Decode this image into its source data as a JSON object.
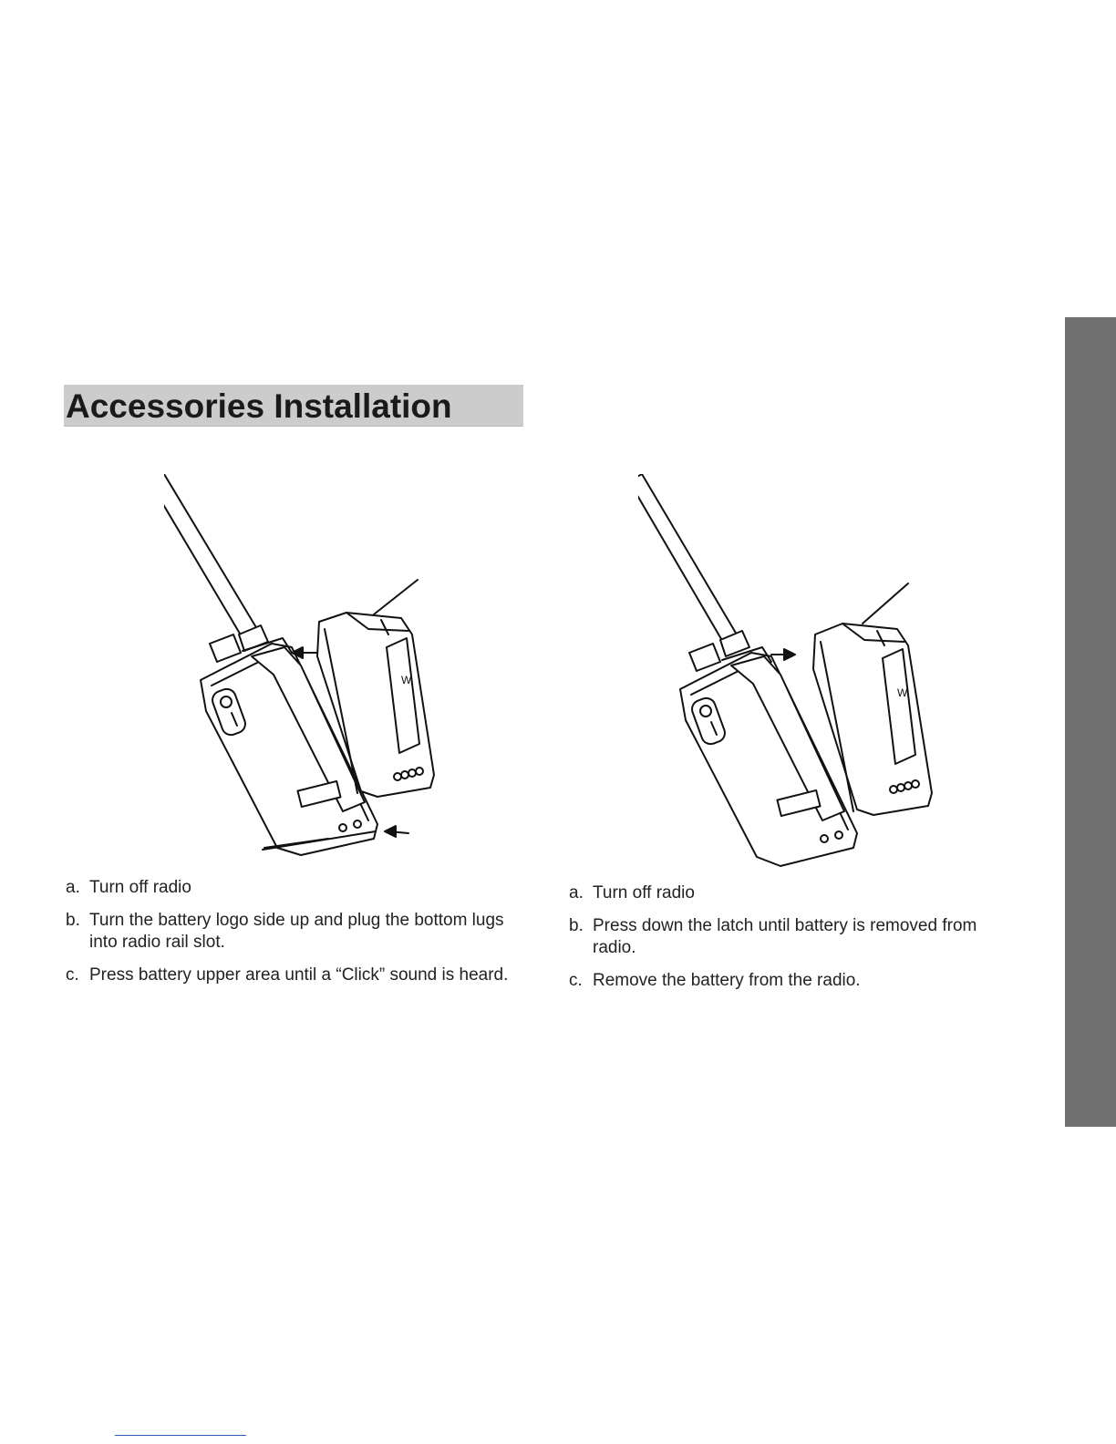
{
  "page": {
    "section_title": "Accessories Installation"
  },
  "install_figure": {
    "name": "battery-install-illustration"
  },
  "remove_figure": {
    "name": "battery-remove-illustration"
  },
  "install_steps": [
    {
      "letter": "a.",
      "text": "Turn off radio"
    },
    {
      "letter": "b.",
      "text": "Turn the battery logo  side up and plug the bottom lugs into radio rail slot."
    },
    {
      "letter": "c.",
      "text": "Press battery upper area until a “Click” sound is heard."
    }
  ],
  "remove_steps": [
    {
      "letter": "a.",
      "text": "Turn off radio"
    },
    {
      "letter": "b.",
      "text": "Press down the latch until battery is removed from radio."
    },
    {
      "letter": "c.",
      "text": "Remove the battery from the radio."
    }
  ],
  "colors": {
    "side_tab": "#707070",
    "title_bg": "#cccccc",
    "footer_link": "#2a5db0"
  }
}
